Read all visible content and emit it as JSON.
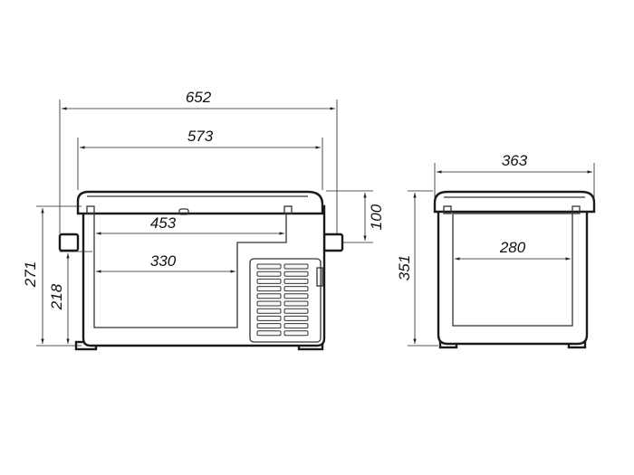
{
  "dimensions": {
    "overall_width": "652",
    "body_width": "573",
    "upper_inner_width": "453",
    "lower_inner_width": "330",
    "lid_height": "100",
    "total_height": "271",
    "inner_height": "218",
    "side_depth": "363",
    "side_inner_width": "280",
    "side_height": "351"
  },
  "colors": {
    "line": "#1a1a1a",
    "background": "#ffffff"
  }
}
